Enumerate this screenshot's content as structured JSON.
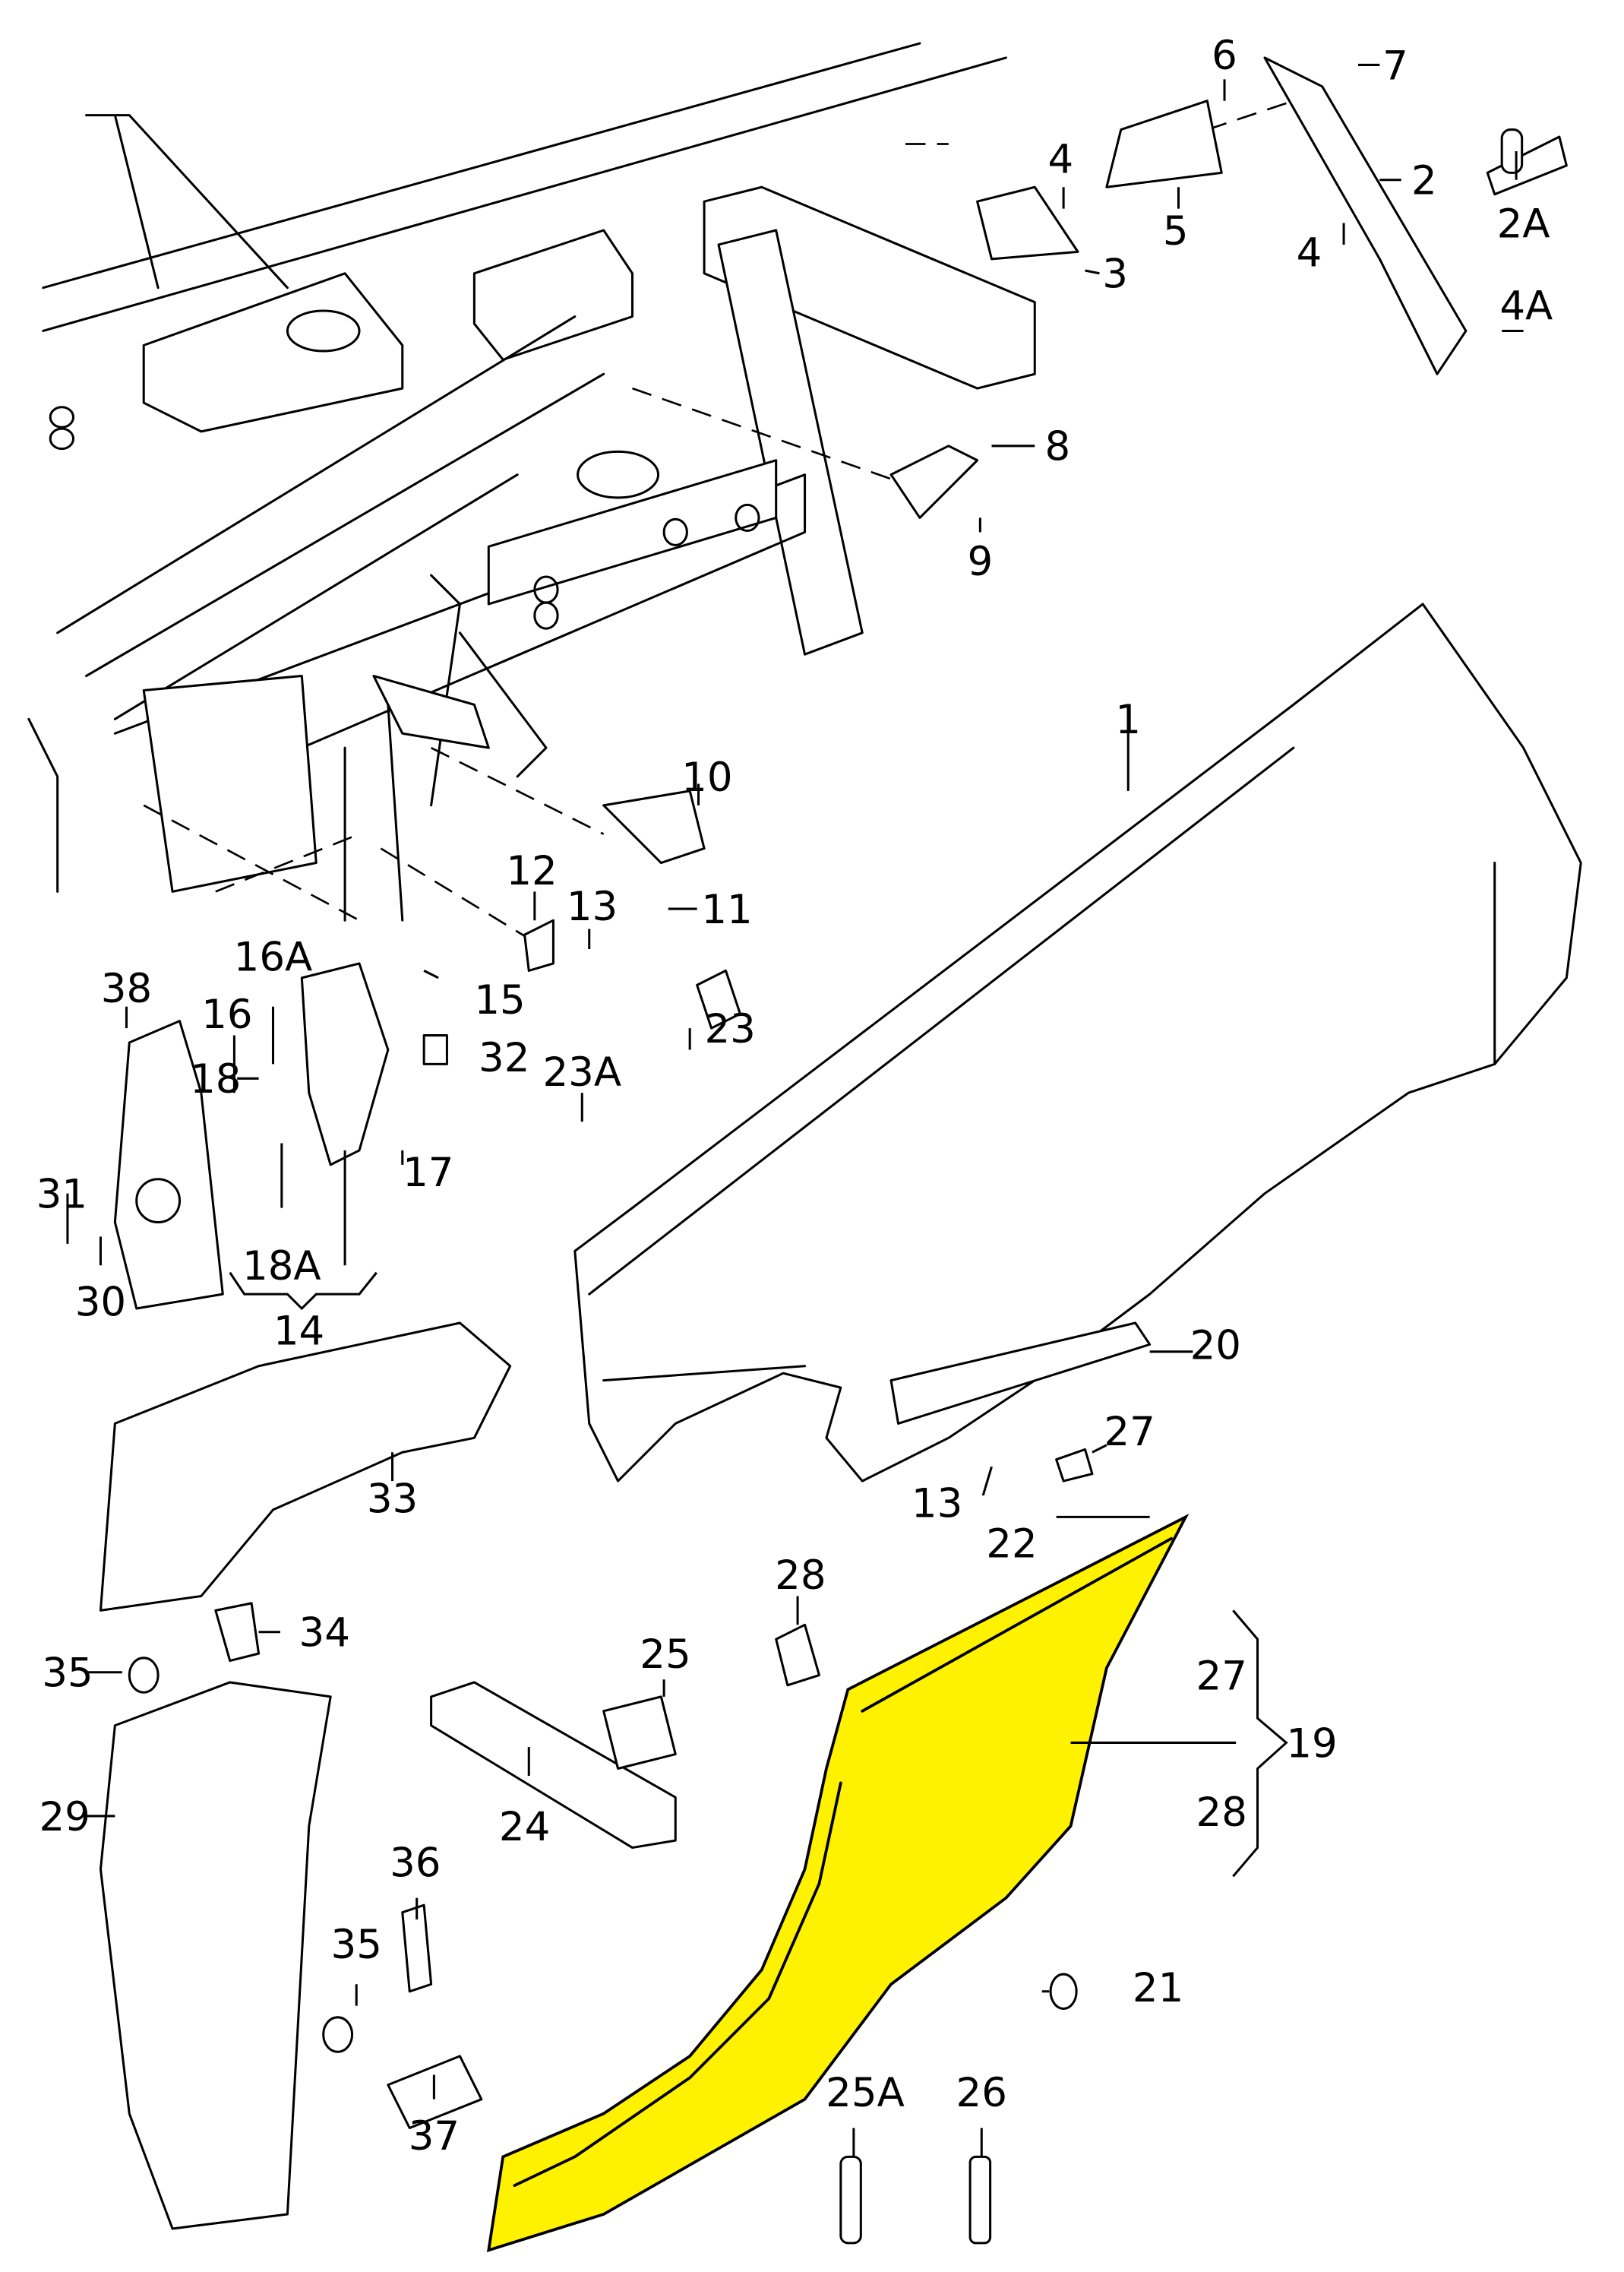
{
  "diagram": {
    "title": "Front fender / side panel exploded parts diagram",
    "highlight_color": "#FFF200",
    "highlighted_part": "19",
    "callouts": [
      {
        "id": "c1",
        "text": "1"
      },
      {
        "id": "c2",
        "text": "2"
      },
      {
        "id": "c2A",
        "text": "2A"
      },
      {
        "id": "c3",
        "text": "3"
      },
      {
        "id": "c4a",
        "text": "4"
      },
      {
        "id": "c4b",
        "text": "4"
      },
      {
        "id": "c4A",
        "text": "4A"
      },
      {
        "id": "c5",
        "text": "5"
      },
      {
        "id": "c6",
        "text": "6"
      },
      {
        "id": "c7",
        "text": "7"
      },
      {
        "id": "c8",
        "text": "8"
      },
      {
        "id": "c9",
        "text": "9"
      },
      {
        "id": "c10",
        "text": "10"
      },
      {
        "id": "c11",
        "text": "11"
      },
      {
        "id": "c12",
        "text": "12"
      },
      {
        "id": "c13a",
        "text": "13"
      },
      {
        "id": "c13b",
        "text": "13"
      },
      {
        "id": "c14",
        "text": "14"
      },
      {
        "id": "c15",
        "text": "15"
      },
      {
        "id": "c16",
        "text": "16"
      },
      {
        "id": "c16A",
        "text": "16A"
      },
      {
        "id": "c17",
        "text": "17"
      },
      {
        "id": "c18",
        "text": "18"
      },
      {
        "id": "c18A",
        "text": "18A"
      },
      {
        "id": "c19",
        "text": "19"
      },
      {
        "id": "c20",
        "text": "20"
      },
      {
        "id": "c21",
        "text": "21"
      },
      {
        "id": "c22",
        "text": "22"
      },
      {
        "id": "c23",
        "text": "23"
      },
      {
        "id": "c23A",
        "text": "23A"
      },
      {
        "id": "c24",
        "text": "24"
      },
      {
        "id": "c25",
        "text": "25"
      },
      {
        "id": "c25A",
        "text": "25A"
      },
      {
        "id": "c26",
        "text": "26"
      },
      {
        "id": "c27a",
        "text": "27"
      },
      {
        "id": "c27b",
        "text": "27"
      },
      {
        "id": "c28a",
        "text": "28"
      },
      {
        "id": "c28b",
        "text": "28"
      },
      {
        "id": "c29",
        "text": "29"
      },
      {
        "id": "c30",
        "text": "30"
      },
      {
        "id": "c31",
        "text": "31"
      },
      {
        "id": "c32",
        "text": "32"
      },
      {
        "id": "c33",
        "text": "33"
      },
      {
        "id": "c34",
        "text": "34"
      },
      {
        "id": "c35a",
        "text": "35"
      },
      {
        "id": "c35b",
        "text": "35"
      },
      {
        "id": "c36",
        "text": "36"
      },
      {
        "id": "c37",
        "text": "37"
      },
      {
        "id": "c38",
        "text": "38"
      }
    ]
  }
}
